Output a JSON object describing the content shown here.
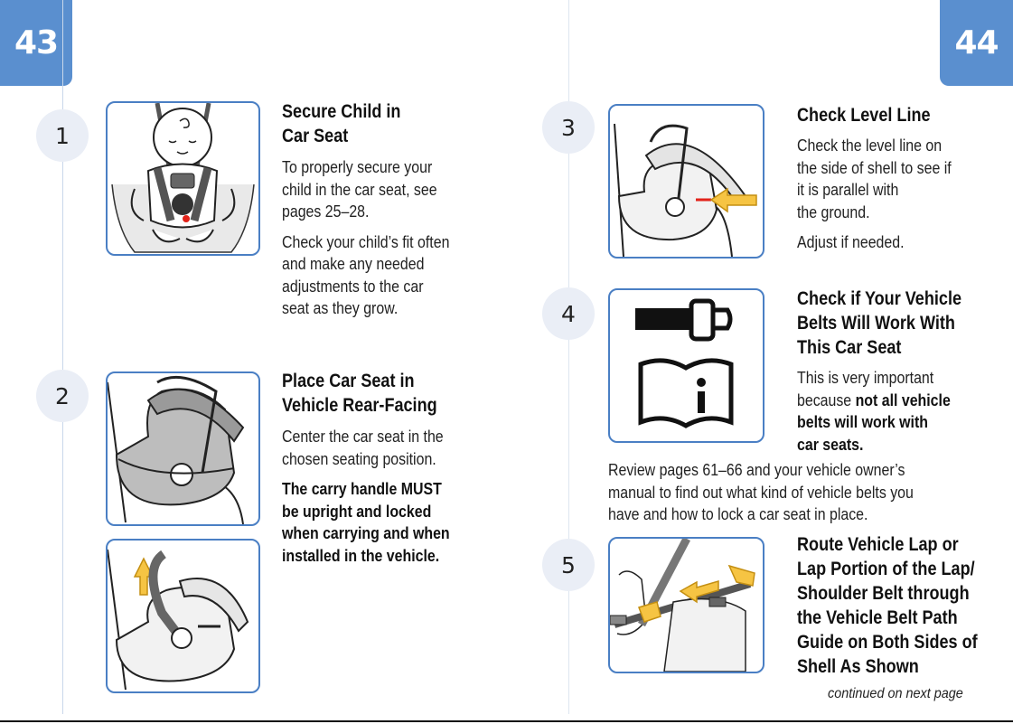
{
  "pages": {
    "left_number": "43",
    "right_number": "44"
  },
  "steps": [
    {
      "number": "1",
      "title_lines": [
        "Secure Child in",
        "Car Seat"
      ],
      "paragraphs": [
        [
          "To properly secure your",
          "child in the car seat, see",
          "pages 25–28."
        ],
        [
          "Check your child’s fit often",
          "and make any needed",
          "adjustments to the car",
          "seat as they grow."
        ]
      ]
    },
    {
      "number": "2",
      "title_lines": [
        "Place Car Seat in",
        "Vehicle Rear-Facing"
      ],
      "paragraphs": [
        [
          "Center the car seat in the",
          "chosen seating position."
        ]
      ],
      "bold_lines": [
        "The carry handle MUST",
        "be upright and locked",
        "when carrying and when",
        "installed in the vehicle."
      ]
    },
    {
      "number": "3",
      "title_lines": [
        "Check Level Line"
      ],
      "paragraphs": [
        [
          "Check the level line on",
          "the side of shell to see if",
          "it is parallel with",
          "the ground."
        ],
        [
          "Adjust if needed."
        ]
      ]
    },
    {
      "number": "4",
      "title_lines": [
        "Check if Your Vehicle",
        "Belts Will Work With",
        "This Car Seat"
      ],
      "body_lines": [
        "This is very important"
      ],
      "mixed_line": {
        "plain": "because ",
        "bold": "not all vehicle"
      },
      "bold_lines": [
        "belts will work with",
        "car seats."
      ],
      "review_lines": [
        "Review pages 61–66 and your vehicle owner’s",
        "manual to find out what kind of vehicle belts you",
        "have and how to lock a car seat in place."
      ]
    },
    {
      "number": "5",
      "title_lines": [
        "Route Vehicle Lap or",
        "Lap Portion of the Lap/",
        "Shoulder Belt through",
        "the Vehicle Belt Path",
        "Guide on Both Sides of",
        "Shell As Shown"
      ]
    }
  ],
  "footer": {
    "continued": "continued on next page"
  },
  "colors": {
    "tab_blue": "#5a8fcf",
    "frame_blue": "#4a7fc4",
    "arrow_yellow": "#f6c443",
    "level_red": "#e2231a"
  }
}
